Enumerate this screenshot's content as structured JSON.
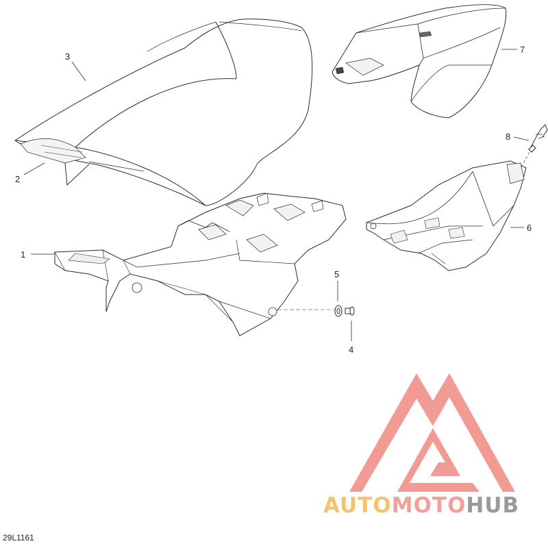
{
  "diagram": {
    "reference_code": "29L1161",
    "callouts": [
      {
        "id": "1",
        "text": "1"
      },
      {
        "id": "2",
        "text": "2"
      },
      {
        "id": "3",
        "text": "3"
      },
      {
        "id": "4",
        "text": "4"
      },
      {
        "id": "5",
        "text": "5"
      },
      {
        "id": "6",
        "text": "6"
      },
      {
        "id": "7",
        "text": "7"
      },
      {
        "id": "8",
        "text": "8"
      }
    ]
  },
  "watermark": {
    "brand_part1": "AUTO",
    "brand_part2": "MOTO",
    "brand_part3": "HUB",
    "colors": {
      "logo": "#f29a94",
      "auto": "#f5c36e",
      "moto": "#f2a09a",
      "hub": "#9a9a9a"
    }
  },
  "colors": {
    "line": "#2a2a2a",
    "background": "#ffffff"
  }
}
